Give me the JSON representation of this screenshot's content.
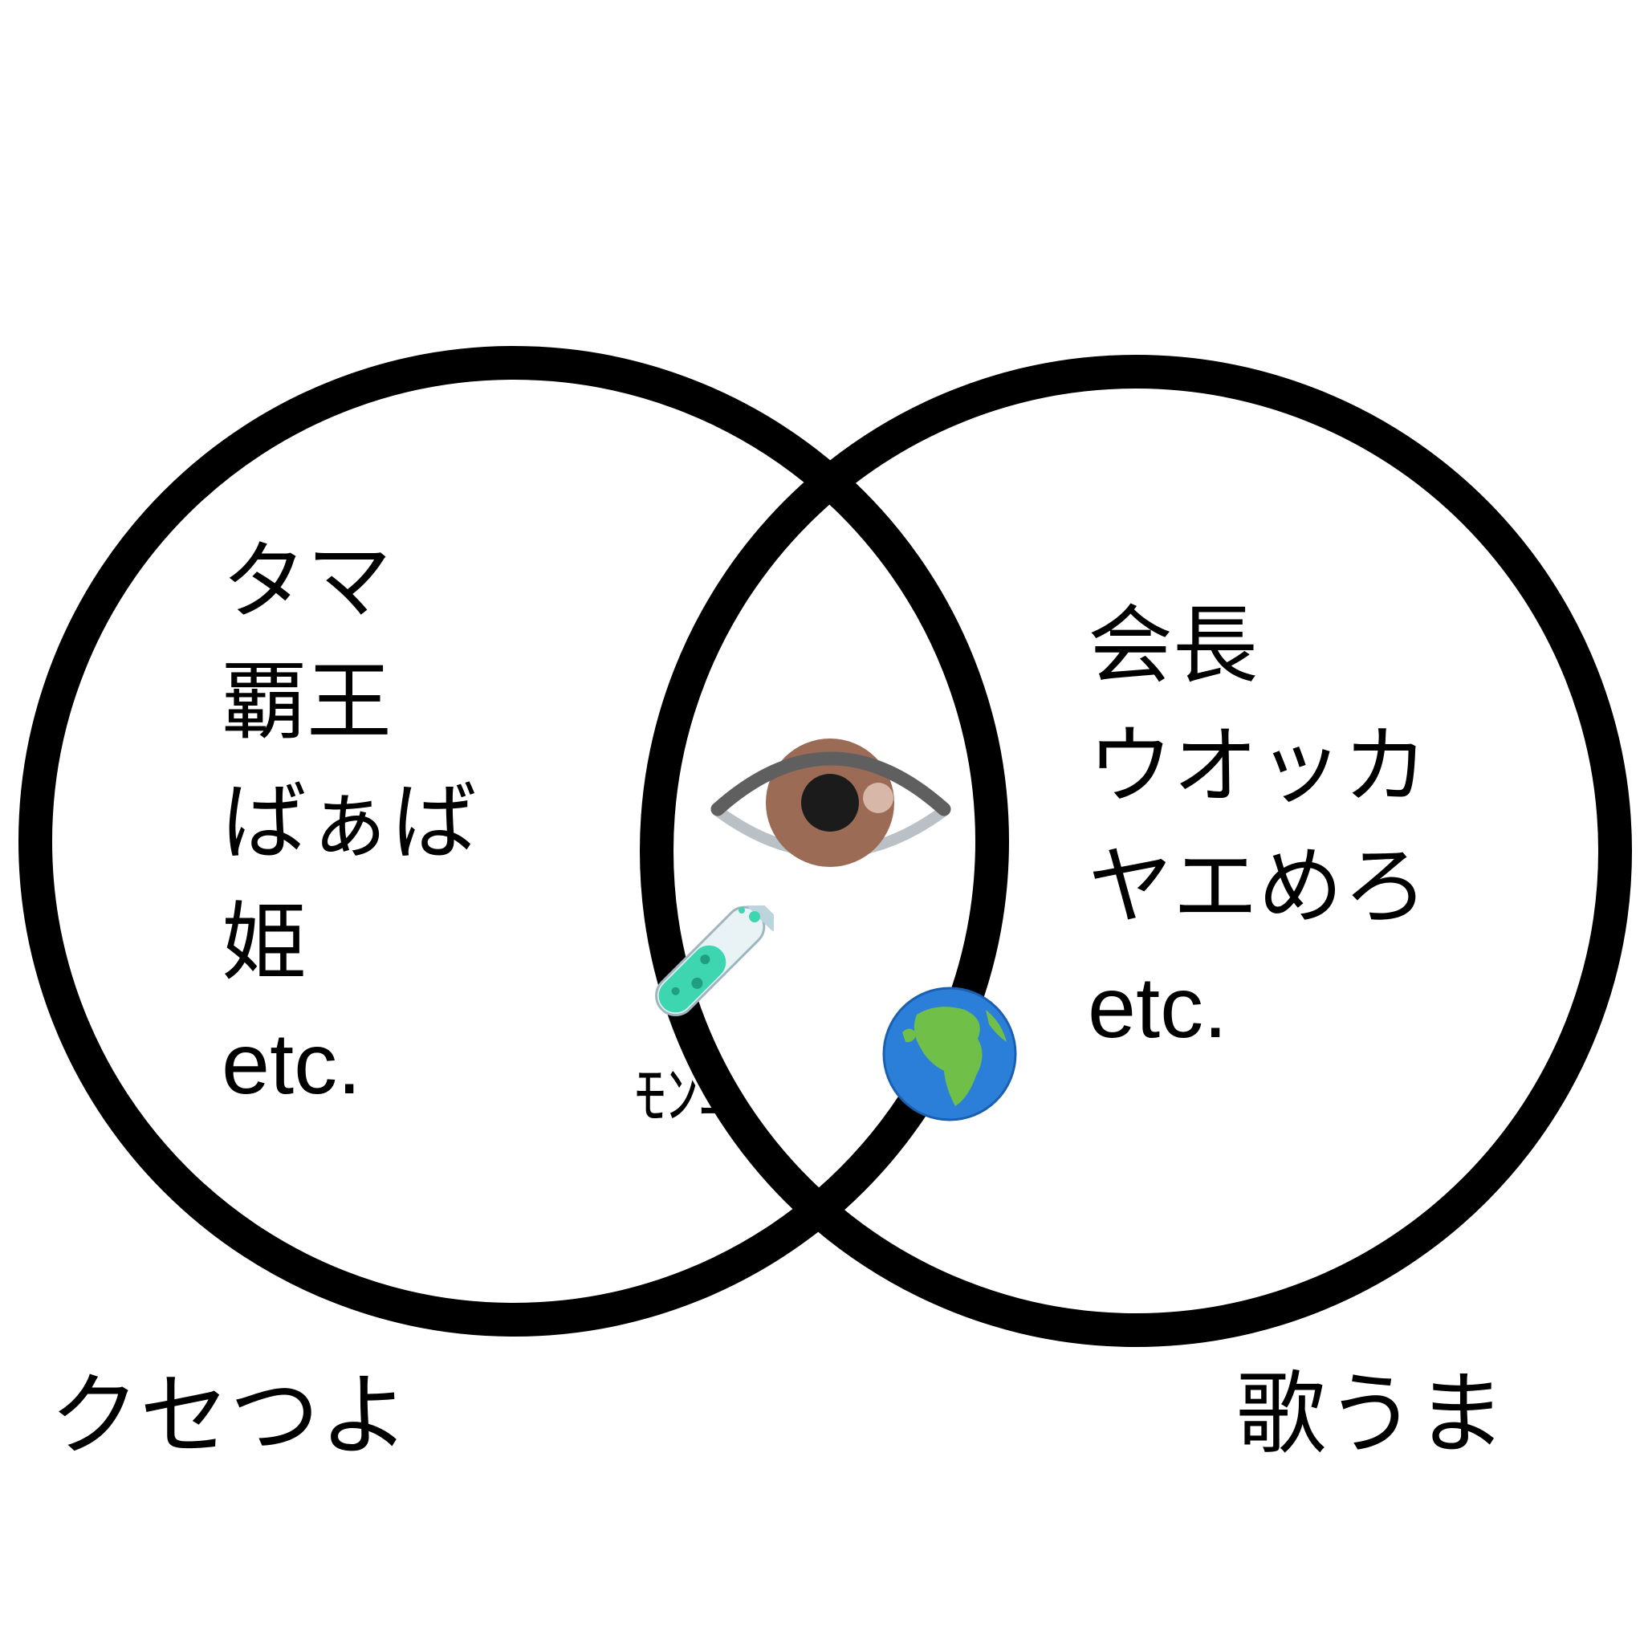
{
  "diagram": {
    "left_set": {
      "label": "クセつよ",
      "items": [
        "タマ",
        "覇王",
        "ばぁば",
        "姫",
        "etc."
      ]
    },
    "right_set": {
      "label": "歌うま",
      "items": [
        "会長",
        "ウオッカ",
        "ヤエめろ",
        "etc."
      ]
    },
    "intersection": {
      "label": "ﾓﾝﾆ",
      "icons": [
        "eye-icon",
        "test-tube-icon",
        "globe-africa-icon"
      ]
    },
    "colors": {
      "circle_stroke": "#000000",
      "background": "#ffffff",
      "iris": "#9b6b55",
      "eyelid": "#5f5f5f",
      "test_tube_liquid": "#3ed6b0",
      "globe_ocean": "#2c7fd8",
      "globe_land": "#6fbf49"
    }
  }
}
